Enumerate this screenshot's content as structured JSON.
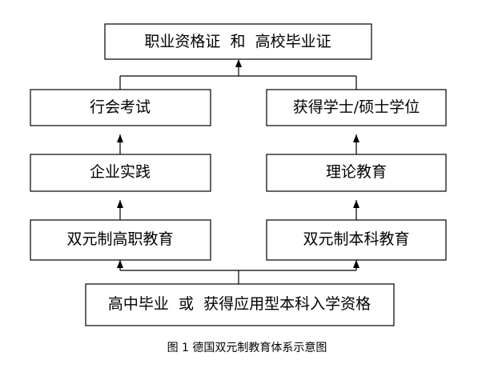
{
  "nodes": {
    "top": "职业资格证  和  高校毕业证",
    "left_exam": "行会考试",
    "right_degree": "获得学士/硕士学位",
    "left_practice": "企业实践",
    "right_theory": "理论教育",
    "left_vocational": "双元制高职教育",
    "right_undergrad": "双元制本科教育",
    "bottom": "高中毕业  或  获得应用型本科入学资格"
  },
  "caption": "图 1 德国双元制教育体系示意图"
}
